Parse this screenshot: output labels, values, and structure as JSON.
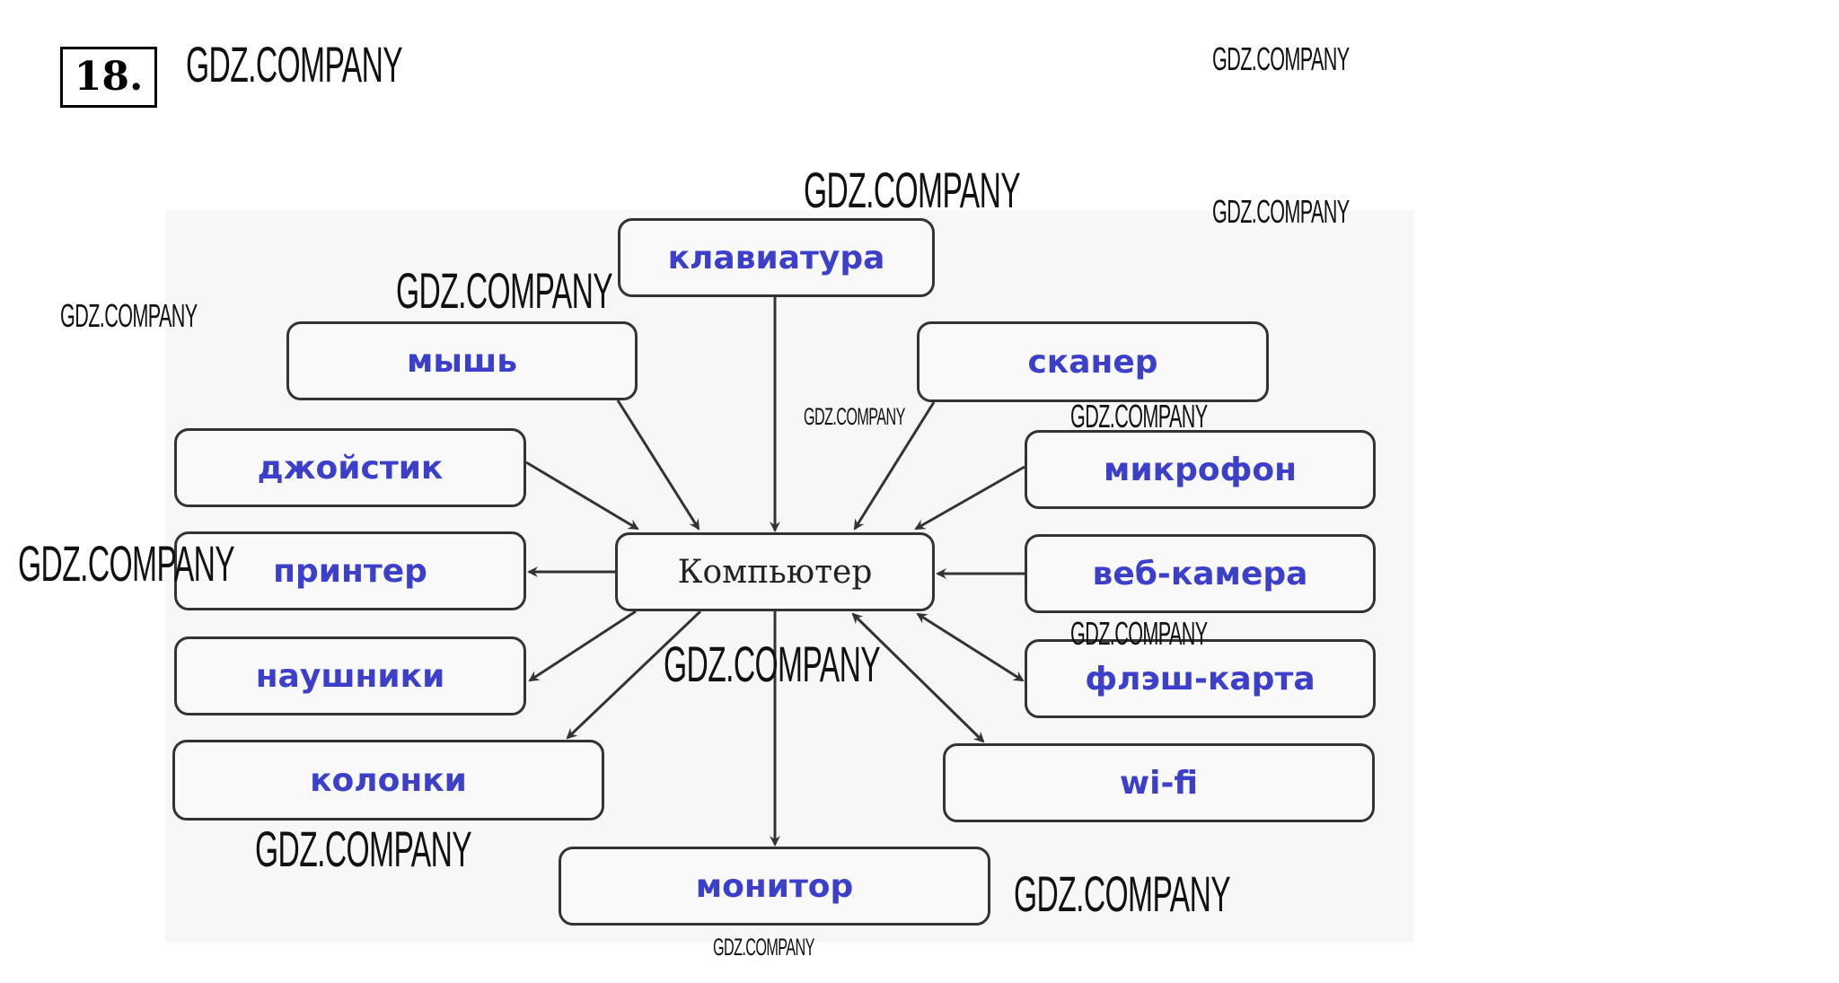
{
  "task_number": "18.",
  "watermark": "GDZ.COMPANY",
  "center_node": "Компьютер",
  "nodes": {
    "keyboard": "клавиатура",
    "mouse": "мышь",
    "scanner": "сканер",
    "joystick": "джойстик",
    "microphone": "микрофон",
    "printer": "принтер",
    "webcam": "веб-камера",
    "headphones": "наушники",
    "flash_card": "флэш-карта",
    "speakers": "колонки",
    "wifi": "wi-fi",
    "monitor": "монитор"
  },
  "colors": {
    "label": "#3b3fc9",
    "border": "#333333",
    "background": "#f7f7f7"
  }
}
